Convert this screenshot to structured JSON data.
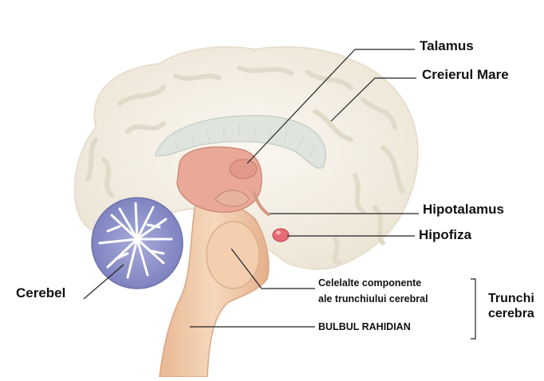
{
  "labels": {
    "talamus": "Talamus",
    "creierul_mare": "Creierul Mare",
    "hipotalamus": "Hipotalamus",
    "hipofiza": "Hipofiza",
    "cerebel": "Cerebel",
    "celelalte_line1": "Celelalte componente",
    "celelalte_line2": "ale trunchiului cerebral",
    "bulbul": "BULBUL RAHIDIAN",
    "trunchi": "Trunchi\ncerebra"
  },
  "colors": {
    "cerebrum": "#f4efe4",
    "gyri_shadow": "#e4ddcd",
    "corpus_callosum": "#dfe3df",
    "thalamus": "#e8a797",
    "brainstem": "#efc6a4",
    "cerebellum": "#8f93c9",
    "hypophysis": "#e56b74",
    "leader_line": "#222222"
  }
}
